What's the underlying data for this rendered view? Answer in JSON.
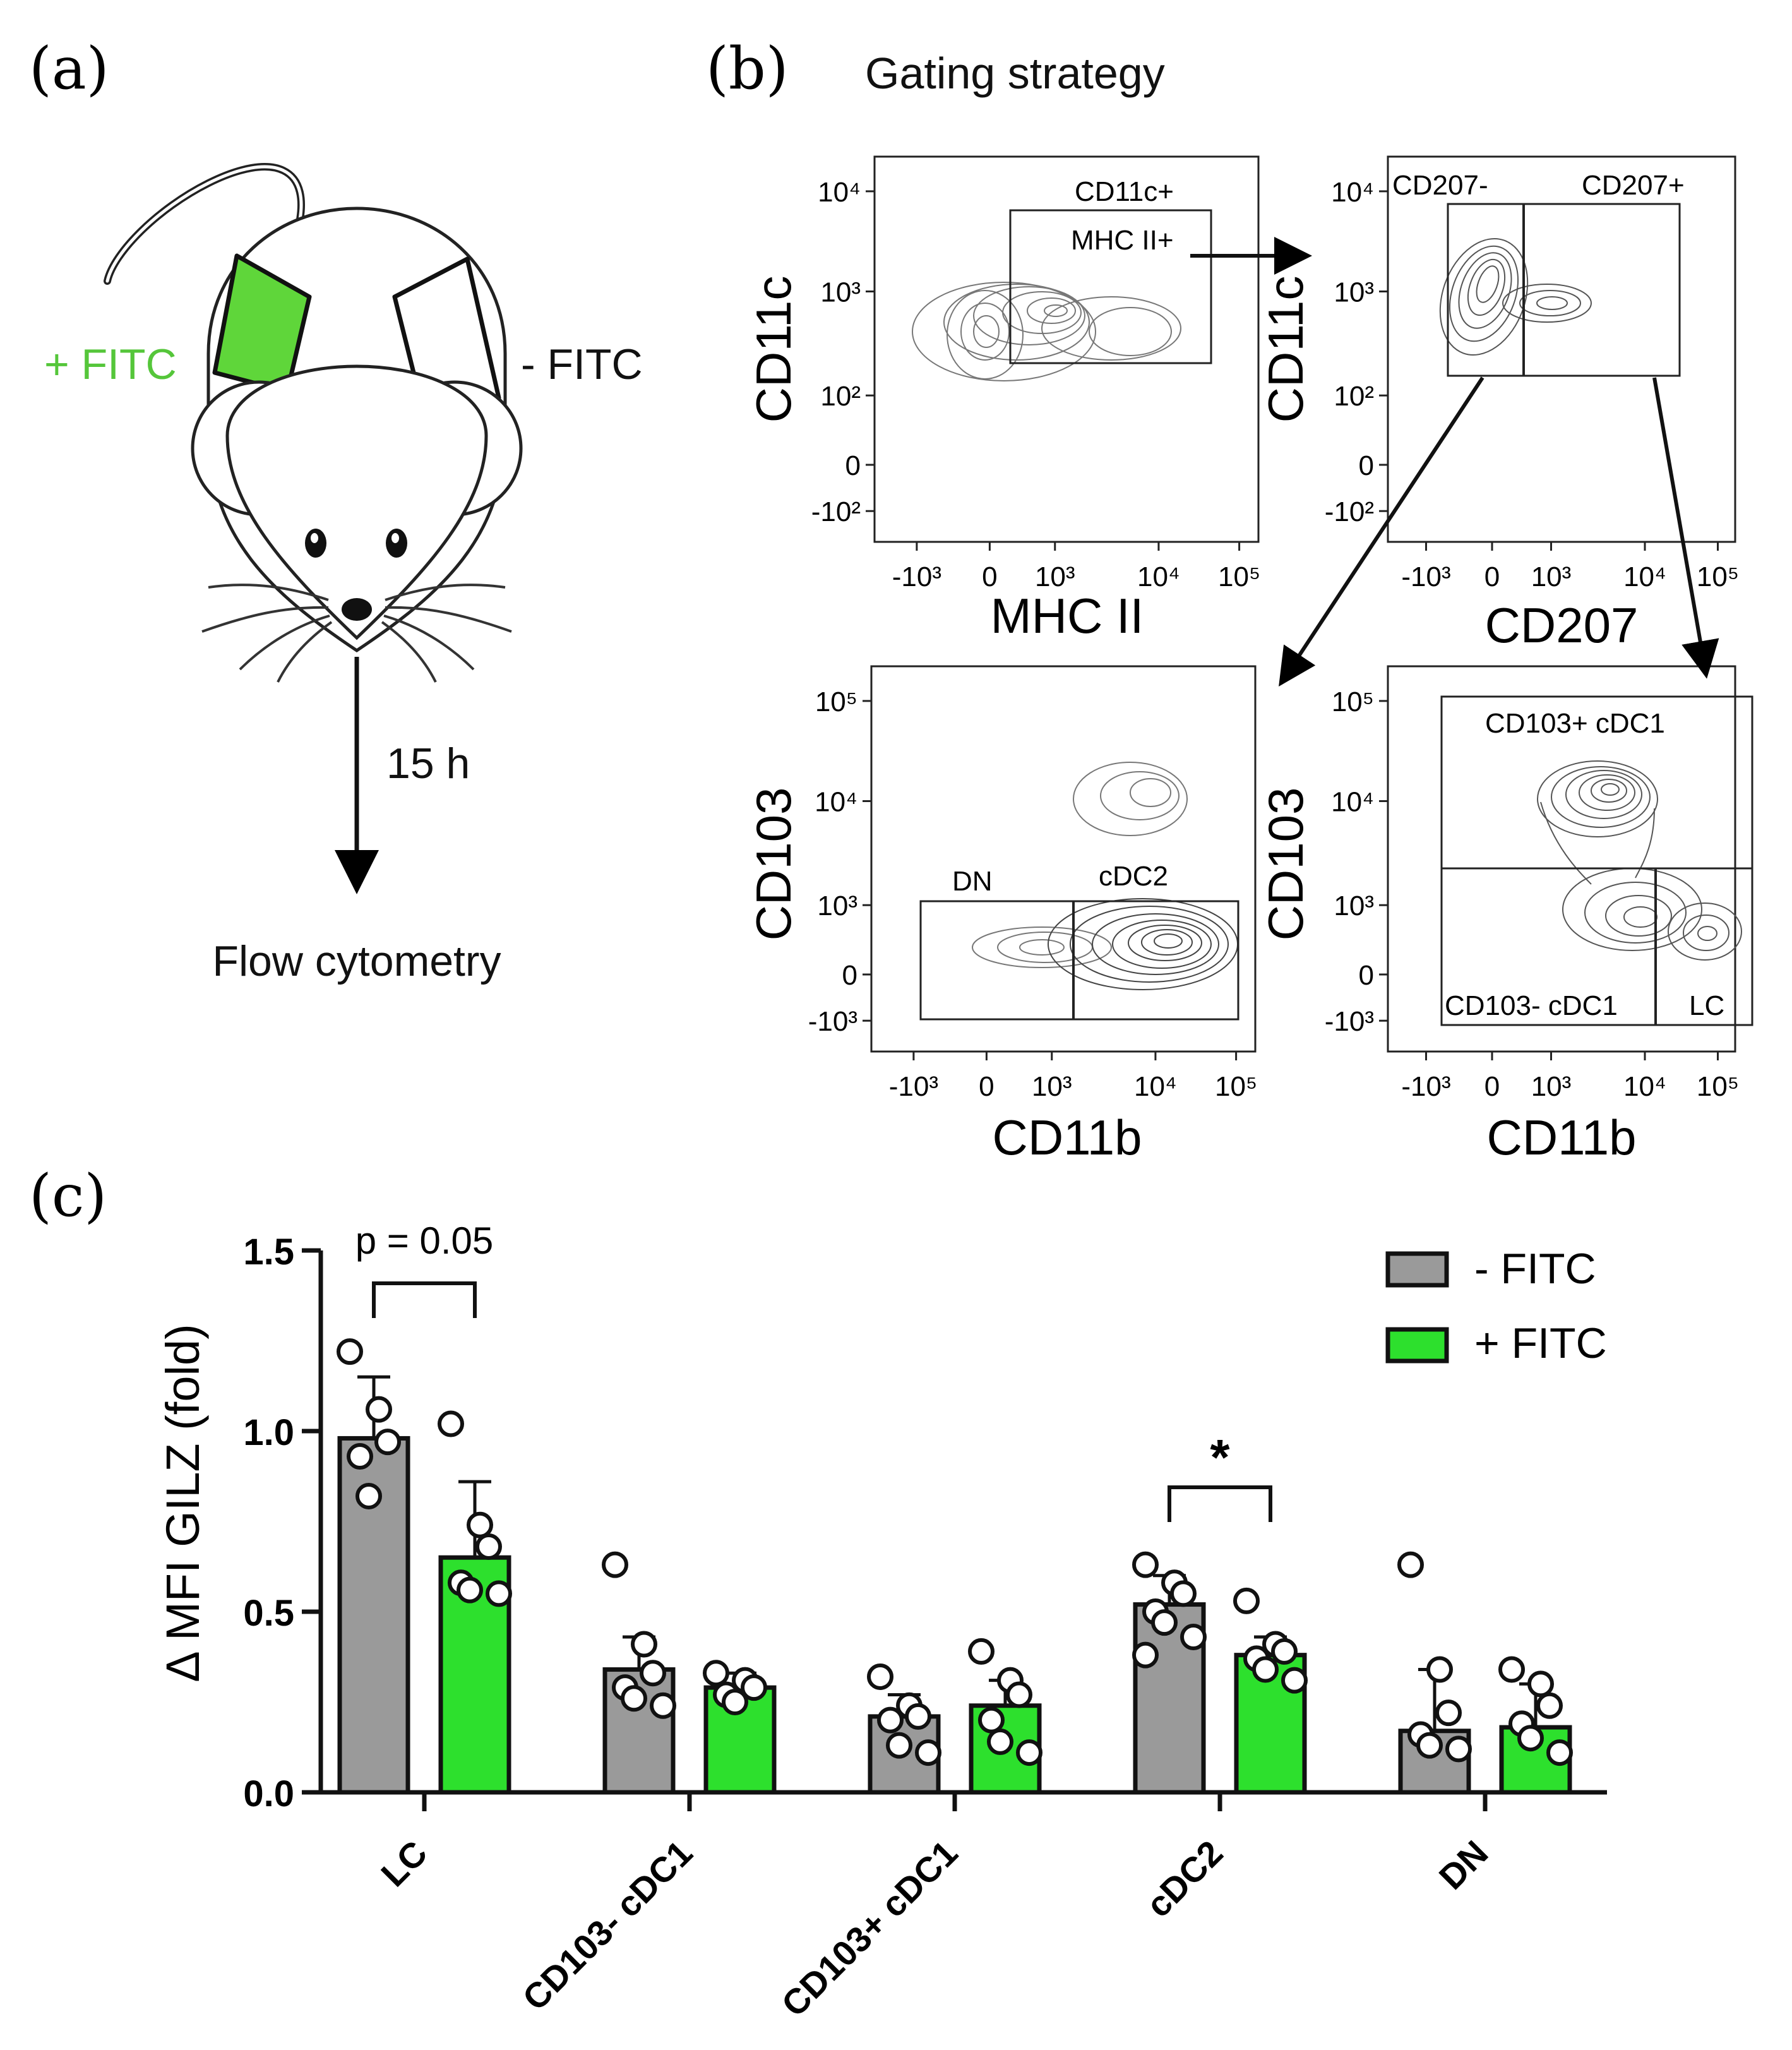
{
  "panel_a": {
    "label": "(a)",
    "plus_fitc": "+ FITC",
    "minus_fitc": "- FITC",
    "time": "15 h",
    "flow": "Flow cytometry",
    "colors": {
      "fitc_green": "#5fd63a",
      "label_green": "#55c63a"
    }
  },
  "panel_b": {
    "label": "(b)",
    "title": "Gating strategy",
    "plots": [
      {
        "xlabel": "MHC II",
        "ylabel": "CD11c",
        "xticks": [
          "-10³",
          "0",
          "10³",
          "10⁴",
          "10⁵"
        ],
        "yticks": [
          "10⁴",
          "10³",
          "10²",
          "0",
          "-10²"
        ],
        "gates": [
          "CD11c+",
          "MHC II+"
        ]
      },
      {
        "xlabel": "CD207",
        "ylabel": "CD11c",
        "xticks": [
          "-10³",
          "0",
          "10³",
          "10⁴",
          "10⁵"
        ],
        "yticks": [
          "10⁴",
          "10³",
          "10²",
          "0",
          "-10²"
        ],
        "gates": [
          "CD207-",
          "CD207+"
        ]
      },
      {
        "xlabel": "CD11b",
        "ylabel": "CD103",
        "xticks": [
          "-10³",
          "0",
          "10³",
          "10⁴",
          "10⁵"
        ],
        "yticks": [
          "10⁵",
          "10⁴",
          "10³",
          "0",
          "-10³"
        ],
        "gates": [
          "DN",
          "cDC2"
        ]
      },
      {
        "xlabel": "CD11b",
        "ylabel": "CD103",
        "xticks": [
          "-10³",
          "0",
          "10³",
          "10⁴",
          "10⁵"
        ],
        "yticks": [
          "10⁵",
          "10⁴",
          "10³",
          "0",
          "-10³"
        ],
        "gates": [
          "CD103+ cDC1",
          "CD103- cDC1",
          "LC"
        ]
      }
    ]
  },
  "panel_c": {
    "label": "(c)",
    "chart_data": {
      "type": "bar",
      "ylabel": "Δ MFI GILZ  (fold)",
      "ylim": [
        0,
        1.5
      ],
      "yticks": [
        "0.0",
        "0.5",
        "1.0",
        "1.5"
      ],
      "categories": [
        "LC",
        "CD103- cDC1",
        "CD103+ cDC1",
        "cDC2",
        "DN"
      ],
      "legend_position": "top-right",
      "series": [
        {
          "name": "- FITC",
          "color": "#9a9a9a",
          "values": [
            0.98,
            0.34,
            0.21,
            0.52,
            0.17
          ],
          "errors": [
            0.17,
            0.09,
            0.06,
            0.08,
            0.17
          ],
          "points": [
            [
              1.22,
              1.06,
              0.97,
              0.93,
              0.82
            ],
            [
              0.63,
              0.41,
              0.33,
              0.29,
              0.26,
              0.24
            ],
            [
              0.32,
              0.24,
              0.21,
              0.2,
              0.13,
              0.11
            ],
            [
              0.63,
              0.58,
              0.55,
              0.5,
              0.47,
              0.43,
              0.38
            ],
            [
              0.63,
              0.34,
              0.22,
              0.16,
              0.13,
              0.12
            ]
          ]
        },
        {
          "name": "+ FITC",
          "color": "#2de02d",
          "values": [
            0.65,
            0.29,
            0.24,
            0.38,
            0.18
          ],
          "errors": [
            0.21,
            0.04,
            0.07,
            0.05,
            0.12
          ],
          "points": [
            [
              1.02,
              0.74,
              0.68,
              0.58,
              0.56,
              0.55
            ],
            [
              0.33,
              0.31,
              0.29,
              0.27,
              0.25
            ],
            [
              0.39,
              0.31,
              0.27,
              0.2,
              0.14,
              0.11
            ],
            [
              0.53,
              0.41,
              0.39,
              0.37,
              0.34,
              0.31
            ],
            [
              0.34,
              0.3,
              0.24,
              0.19,
              0.15,
              0.11
            ]
          ]
        }
      ],
      "annotations": [
        {
          "text": "p = 0.05",
          "between": [
            0,
            0
          ]
        },
        {
          "text": "*",
          "between": [
            3,
            3
          ]
        }
      ]
    }
  }
}
